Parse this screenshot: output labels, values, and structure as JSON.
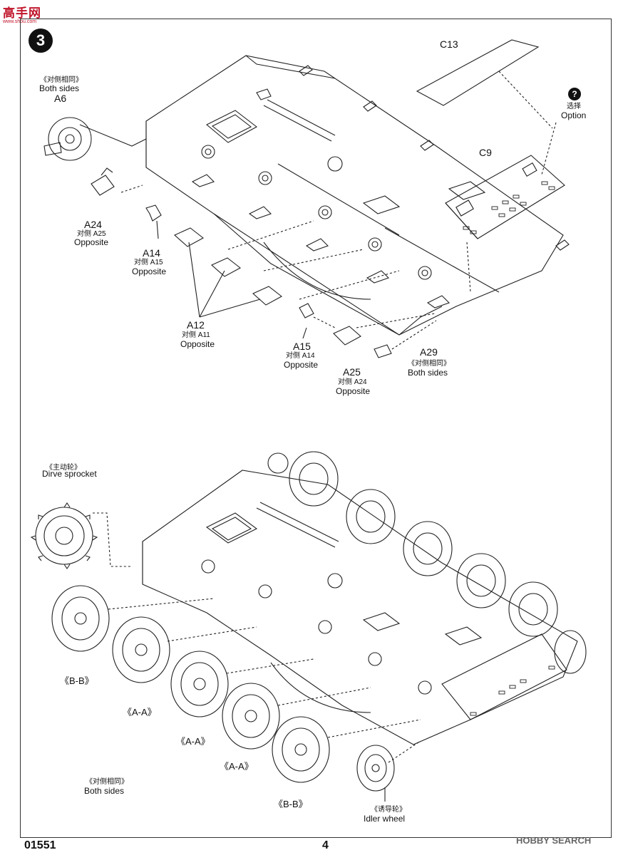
{
  "header": {
    "logo_text": "高手网",
    "logo_url_text": "www.shou.com"
  },
  "step": {
    "number": "3"
  },
  "upper": {
    "c13": "C13",
    "option_cn": "选择",
    "option_en": "Option",
    "c9": "C9",
    "a6_cn": "《对侧相同》",
    "a6_en": "Both sides",
    "a6": "A6",
    "a24": "A24",
    "a24_cn": "对侧 A25",
    "a24_en": "Opposite",
    "a14": "A14",
    "a14_cn": "对侧 A15",
    "a14_en": "Opposite",
    "a12": "A12",
    "a12_cn": "对侧 A11",
    "a12_en": "Opposite",
    "a15": "A15",
    "a15_cn": "对侧 A14",
    "a15_en": "Opposite",
    "a25": "A25",
    "a25_cn": "对侧 A24",
    "a25_en": "Opposite",
    "a29": "A29",
    "a29_cn": "《对侧相同》",
    "a29_en": "Both sides"
  },
  "lower": {
    "sprocket_cn": "《主动轮》",
    "sprocket_en": "Dirve sprocket",
    "wheel_labels": [
      "《B-B》",
      "《A-A》",
      "《A-A》",
      "《A-A》",
      "《B-B》"
    ],
    "both_cn": "《对侧相同》",
    "both_en": "Both sides",
    "idler_cn": "《诱导轮》",
    "idler_en": "Idler wheel"
  },
  "footer": {
    "code": "01551",
    "page": "4",
    "watermark": "HOBBY SEARCH"
  }
}
